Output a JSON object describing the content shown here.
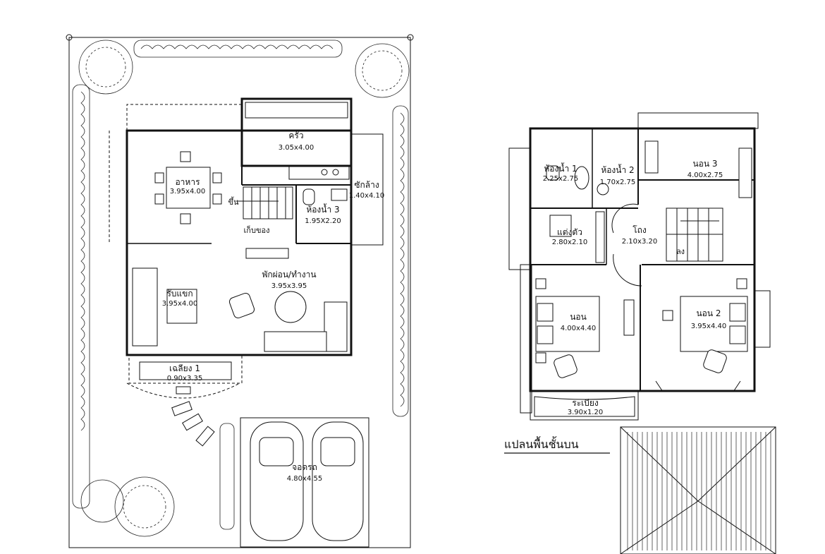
{
  "ground_floor": {
    "rooms": [
      {
        "key": "kitchen",
        "name": "ครัว",
        "dim": "3.05x4.00"
      },
      {
        "key": "dining",
        "name": "อาหาร",
        "dim": "3.95x4.00"
      },
      {
        "key": "washing",
        "name": "ซักล้าง",
        "dim": "1.40x4.10"
      },
      {
        "key": "bath3",
        "name": "ห้องน้ำ 3",
        "dim": "1.95X2.20"
      },
      {
        "key": "living",
        "name": "พักผ่อน/ทำงาน",
        "dim": "3.95x3.95"
      },
      {
        "key": "reception",
        "name": "รับแขก",
        "dim": "3.95x4.00"
      },
      {
        "key": "terrace1",
        "name": "เฉลียง 1",
        "dim": "0.90x3.35"
      },
      {
        "key": "carport",
        "name": "จอดรถ",
        "dim": "4.80x4.55"
      }
    ],
    "notes": {
      "stair_up": "ขึ้น",
      "storage": "เก็บของ"
    }
  },
  "upper_floor": {
    "title": "แปลนพื้นชั้นบน",
    "rooms": [
      {
        "key": "bath1",
        "name": "ห้องน้ำ 1",
        "dim": "2.25x2.75"
      },
      {
        "key": "bath2",
        "name": "ห้องน้ำ 2",
        "dim": "1.70x2.75"
      },
      {
        "key": "bed3",
        "name": "นอน 3",
        "dim": "4.00x2.75"
      },
      {
        "key": "dressing",
        "name": "แต่งตัว",
        "dim": "2.80x2.10"
      },
      {
        "key": "hall",
        "name": "โถง",
        "dim": "2.10x3.20"
      },
      {
        "key": "bed1",
        "name": "นอน",
        "dim": "4.00x4.40"
      },
      {
        "key": "bed2",
        "name": "นอน 2",
        "dim": "3.95x4.40"
      },
      {
        "key": "balcony",
        "name": "ระเบียง",
        "dim": "3.90x1.20"
      }
    ],
    "notes": {
      "stair_down": "ลง"
    }
  }
}
